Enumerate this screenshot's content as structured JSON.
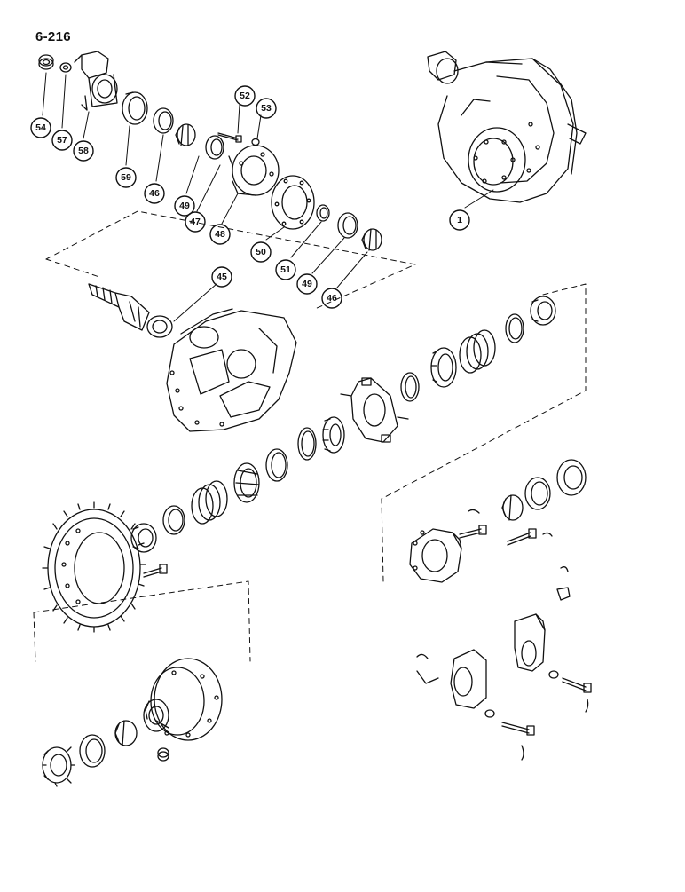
{
  "page_number": "6-216",
  "callouts": [
    {
      "id": "c54",
      "label": "54"
    },
    {
      "id": "c57",
      "label": "57"
    },
    {
      "id": "c58",
      "label": "58"
    },
    {
      "id": "c59",
      "label": "59"
    },
    {
      "id": "c46a",
      "label": "46"
    },
    {
      "id": "c49a",
      "label": "49"
    },
    {
      "id": "c47",
      "label": "47"
    },
    {
      "id": "c48",
      "label": "48"
    },
    {
      "id": "c52",
      "label": "52"
    },
    {
      "id": "c53",
      "label": "53"
    },
    {
      "id": "c50",
      "label": "50"
    },
    {
      "id": "c51",
      "label": "51"
    },
    {
      "id": "c49b",
      "label": "49"
    },
    {
      "id": "c46b",
      "label": "46"
    },
    {
      "id": "c45",
      "label": "45"
    },
    {
      "id": "c1",
      "label": "1"
    }
  ]
}
